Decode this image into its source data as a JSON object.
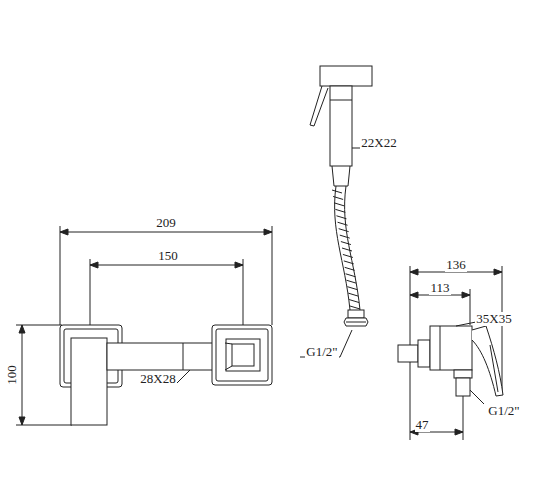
{
  "diagram": {
    "labels": [
      "209",
      "150",
      "100",
      "28X28",
      "22X22",
      "G1/2\"",
      "136",
      "113",
      "35X35",
      "47",
      "G1/2\""
    ]
  }
}
